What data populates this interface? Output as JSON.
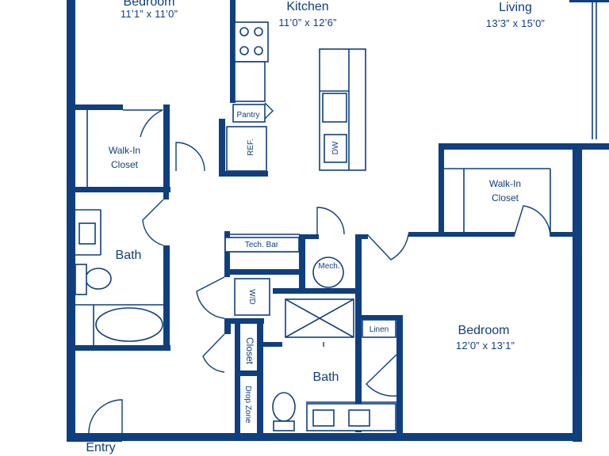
{
  "rooms": {
    "bedroom_top": {
      "name": "Bedroom",
      "size": "11’1” x 11’0”"
    },
    "kitchen": {
      "name": "Kitchen",
      "size": "11’0” x 12’6”"
    },
    "living": {
      "name": "Living",
      "size": "13’3” x 15’0”"
    },
    "walkin_left": {
      "line1": "Walk-In",
      "line2": "Closet"
    },
    "walkin_right": {
      "line1": "Walk-In",
      "line2": "Closet"
    },
    "bath_left": {
      "name": "Bath"
    },
    "bath_center": {
      "name": "Bath"
    },
    "bedroom_right": {
      "name": "Bedroom",
      "size": "12’0” x 13’1”"
    },
    "entry": {
      "name": "Entry"
    }
  },
  "fixtures": {
    "pantry": "Pantry",
    "ref": "REF.",
    "dw": "DW",
    "tech_bar": "Tech. Bar",
    "mech": "Mech.",
    "wd": "W/D",
    "closet": "Closet",
    "drop_zone": "Drop Zone",
    "linen": "Linen"
  },
  "colors": {
    "wall": "#0f3f7e",
    "background": "#ffffff"
  }
}
